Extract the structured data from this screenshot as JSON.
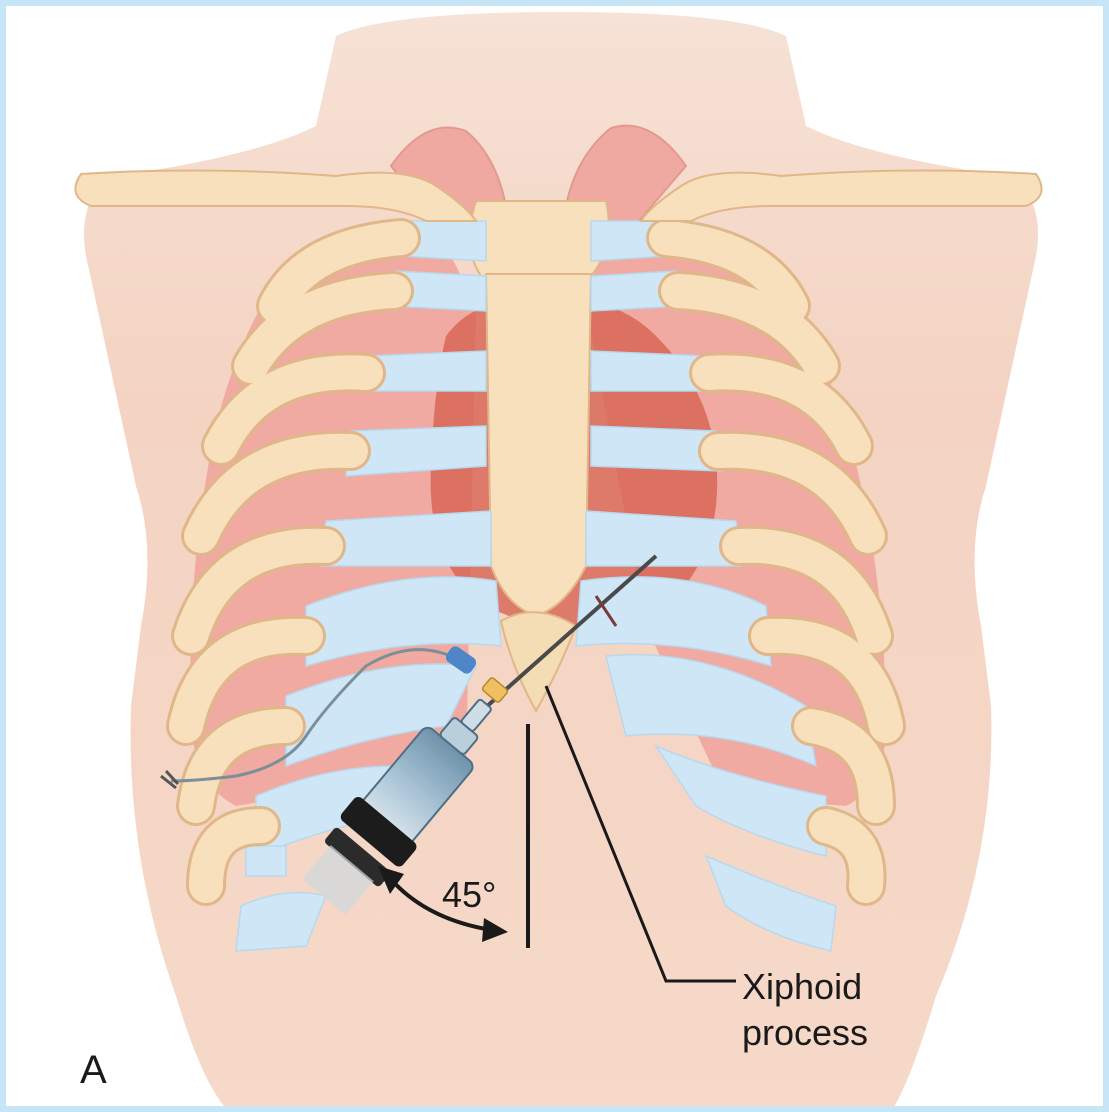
{
  "labels": {
    "angle": "45°",
    "xiphoid_line1": "Xiphoid",
    "xiphoid_line2": "process",
    "panel_letter": "A"
  },
  "colors": {
    "skin": "#f7d6c4",
    "bone": "#f8e0bd",
    "bone_outline": "#e0b788",
    "cartilage": "#cde7f7",
    "lung": "#f2a9a0",
    "heart": "#d9604f",
    "frame": "#c6e6f7"
  }
}
